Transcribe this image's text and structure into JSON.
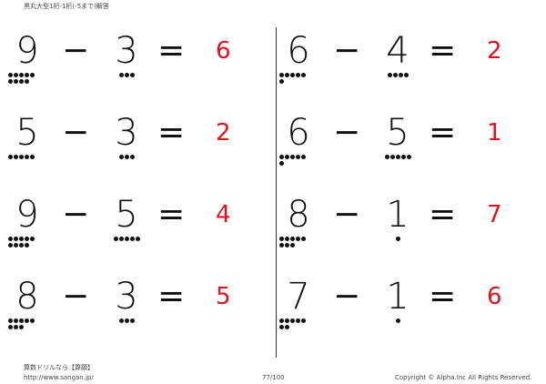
{
  "title": "黒丸大型1桁-1桁(-5まで)解答",
  "problems": [
    {
      "a": "9",
      "b": "3",
      "op": "−",
      "eq": "=",
      "answer": "6",
      "a_dots": 9,
      "b_dots": 3
    },
    {
      "a": "5",
      "b": "3",
      "op": "−",
      "eq": "=",
      "answer": "2",
      "a_dots": 5,
      "b_dots": 3
    },
    {
      "a": "9",
      "b": "5",
      "op": "−",
      "eq": "=",
      "answer": "4",
      "a_dots": 9,
      "b_dots": 5
    },
    {
      "a": "8",
      "b": "3",
      "op": "−",
      "eq": "=",
      "answer": "5",
      "a_dots": 8,
      "b_dots": 3
    },
    {
      "a": "6",
      "b": "4",
      "op": "−",
      "eq": "=",
      "answer": "2",
      "a_dots": 6,
      "b_dots": 4
    },
    {
      "a": "6",
      "b": "5",
      "op": "−",
      "eq": "=",
      "answer": "1",
      "a_dots": 6,
      "b_dots": 5
    },
    {
      "a": "8",
      "b": "1",
      "op": "−",
      "eq": "=",
      "answer": "7",
      "a_dots": 8,
      "b_dots": 1
    },
    {
      "a": "7",
      "b": "1",
      "op": "−",
      "eq": "=",
      "answer": "6",
      "a_dots": 7,
      "b_dots": 1
    }
  ],
  "footer": {
    "brand": "算数ドリルなら【算願】",
    "url": "http://www.sangan.jp/",
    "page": "77/100",
    "copyright": "Copyright © Alpha.Inc All Rights Reserved."
  },
  "colors": {
    "answer": "#e0141e"
  }
}
